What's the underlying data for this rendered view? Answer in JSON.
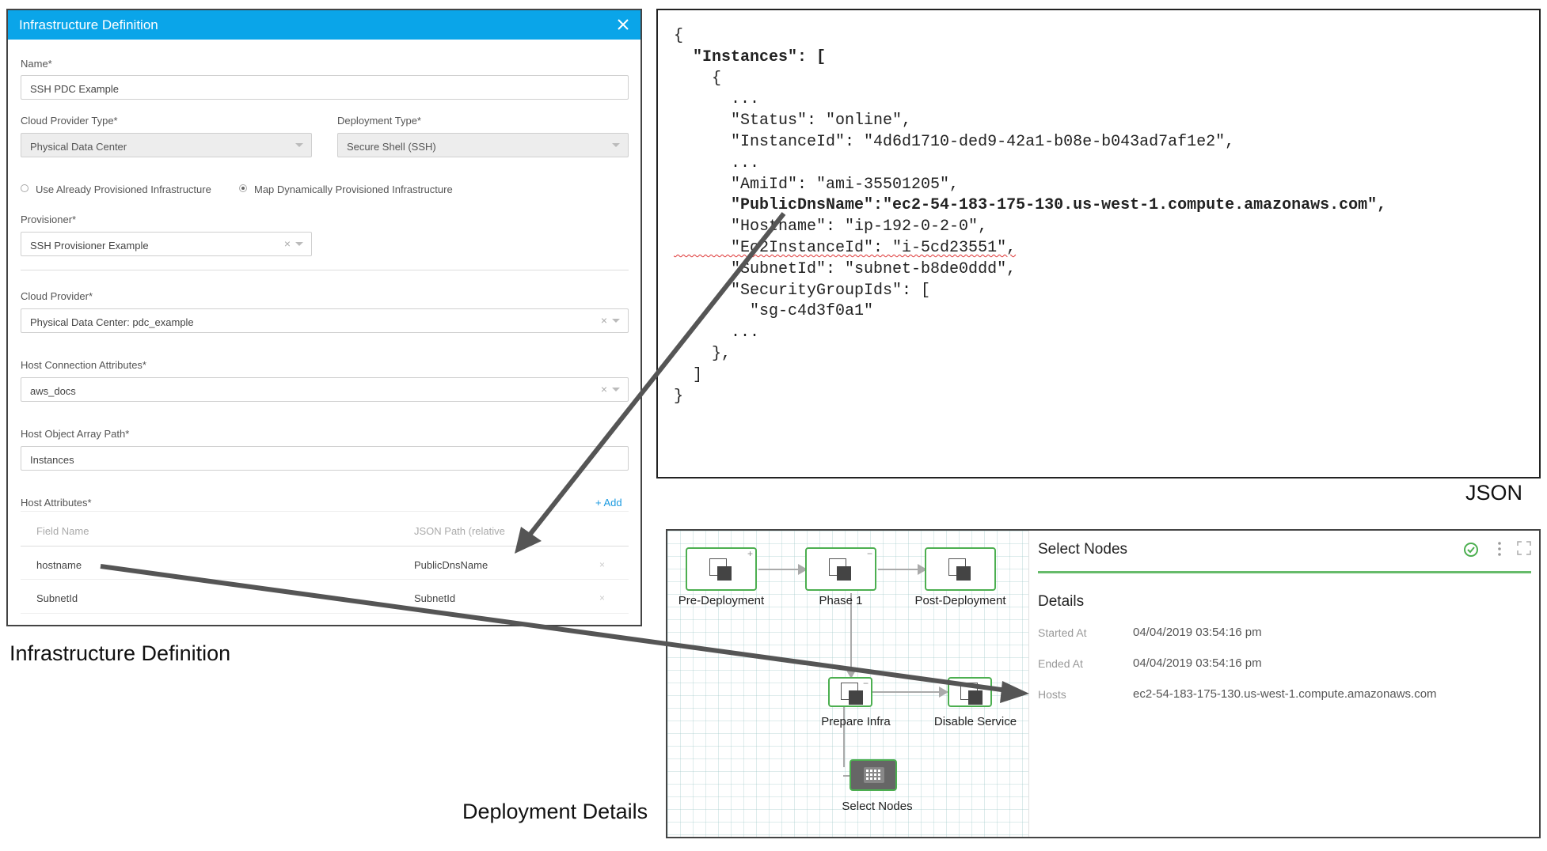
{
  "dialog": {
    "title": "Infrastructure Definition",
    "name_label": "Name*",
    "name_value": "SSH PDC Example",
    "cloud_provider_type_label": "Cloud Provider Type*",
    "cloud_provider_type_value": "Physical Data Center",
    "deployment_type_label": "Deployment Type*",
    "deployment_type_value": "Secure Shell (SSH)",
    "radio_use_label": "Use Already Provisioned Infrastructure",
    "radio_map_label": "Map Dynamically Provisioned Infrastructure",
    "provisioner_label": "Provisioner*",
    "provisioner_value": "SSH Provisioner Example",
    "cloud_provider_label": "Cloud Provider*",
    "cloud_provider_value": "Physical Data Center: pdc_example",
    "host_conn_label": "Host Connection Attributes*",
    "host_conn_value": "aws_docs",
    "host_path_label": "Host Object Array Path*",
    "host_path_value": "Instances",
    "host_attrs_label": "Host Attributes*",
    "add_label": "+ Add",
    "table": {
      "headers": [
        "Field Name",
        "JSON Path (relative)"
      ],
      "rows": [
        {
          "field": "hostname",
          "path": "PublicDnsName"
        },
        {
          "field": "SubnetId",
          "path": "SubnetId"
        }
      ]
    }
  },
  "json_panel": {
    "caption": "JSON",
    "lines": [
      "{",
      "  \"Instances\": [",
      "    {",
      "      ...",
      "      \"Status\": \"online\",",
      "      \"InstanceId\": \"4d6d1710-ded9-42a1-b08e-b043ad7af1e2\",",
      "      ...",
      "      \"AmiId\": \"ami-35501205\",",
      "      \"PublicDnsName\":\"ec2-54-183-175-130.us-west-1.compute.amazonaws.com\",",
      "      \"Hostname\": \"ip-192-0-2-0\",",
      "      \"Ec2InstanceId\": \"i-5cd23551\",",
      "      \"SubnetId\": \"subnet-b8de0ddd\",",
      "      \"SecurityGroupIds\": [",
      "        \"sg-c4d3f0a1\"",
      "      ...",
      "    },",
      "  ]",
      "}"
    ]
  },
  "captions": {
    "infra": "Infrastructure Definition",
    "deployment": "Deployment Details"
  },
  "workflow": {
    "nodes": [
      "Pre-Deployment",
      "Phase 1",
      "Post-Deployment",
      "Prepare Infra",
      "Disable Service",
      "Select Nodes"
    ]
  },
  "details_panel": {
    "title": "Select Nodes",
    "section": "Details",
    "rows": [
      {
        "key": "Started At",
        "value": "04/04/2019 03:54:16 pm"
      },
      {
        "key": "Ended At",
        "value": "04/04/2019 03:54:16 pm"
      },
      {
        "key": "Hosts",
        "value": "ec2-54-183-175-130.us-west-1.compute.amazonaws.com"
      }
    ]
  },
  "colors": {
    "header_blue": "#0aa5e9",
    "node_green": "#4caf50",
    "arrow": "#555555"
  },
  "icons": [
    "close-icon",
    "dropdown-caret-icon",
    "clear-icon",
    "check-circle-icon",
    "more-vertical-icon",
    "expand-icon",
    "workflow-step-icon",
    "grid-icon"
  ]
}
